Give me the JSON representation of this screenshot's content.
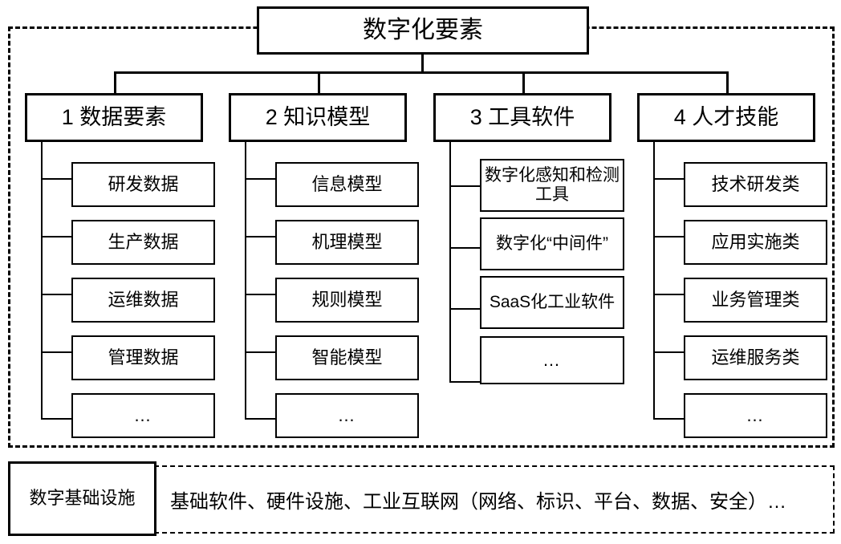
{
  "diagram": {
    "title": "数字化要素",
    "categories": [
      {
        "label": "1 数据要素",
        "items": [
          "研发数据",
          "生产数据",
          "运维数据",
          "管理数据",
          "…"
        ]
      },
      {
        "label": "2 知识模型",
        "items": [
          "信息模型",
          "机理模型",
          "规则模型",
          "智能模型",
          "…"
        ]
      },
      {
        "label": "3 工具软件",
        "items": [
          "数字化感知和检测工具",
          "数字化“中间件”",
          "SaaS化工业软件",
          "…"
        ]
      },
      {
        "label": "4 人才技能",
        "items": [
          "技术研发类",
          "应用实施类",
          "业务管理类",
          "运维服务类",
          "…"
        ]
      }
    ],
    "footer": {
      "label": "数字基础设施",
      "content": "基础软件、硬件设施、工业互联网（网络、标识、平台、数据、安全）…"
    }
  },
  "colors": {
    "stroke": "#000000",
    "background": "#ffffff"
  }
}
